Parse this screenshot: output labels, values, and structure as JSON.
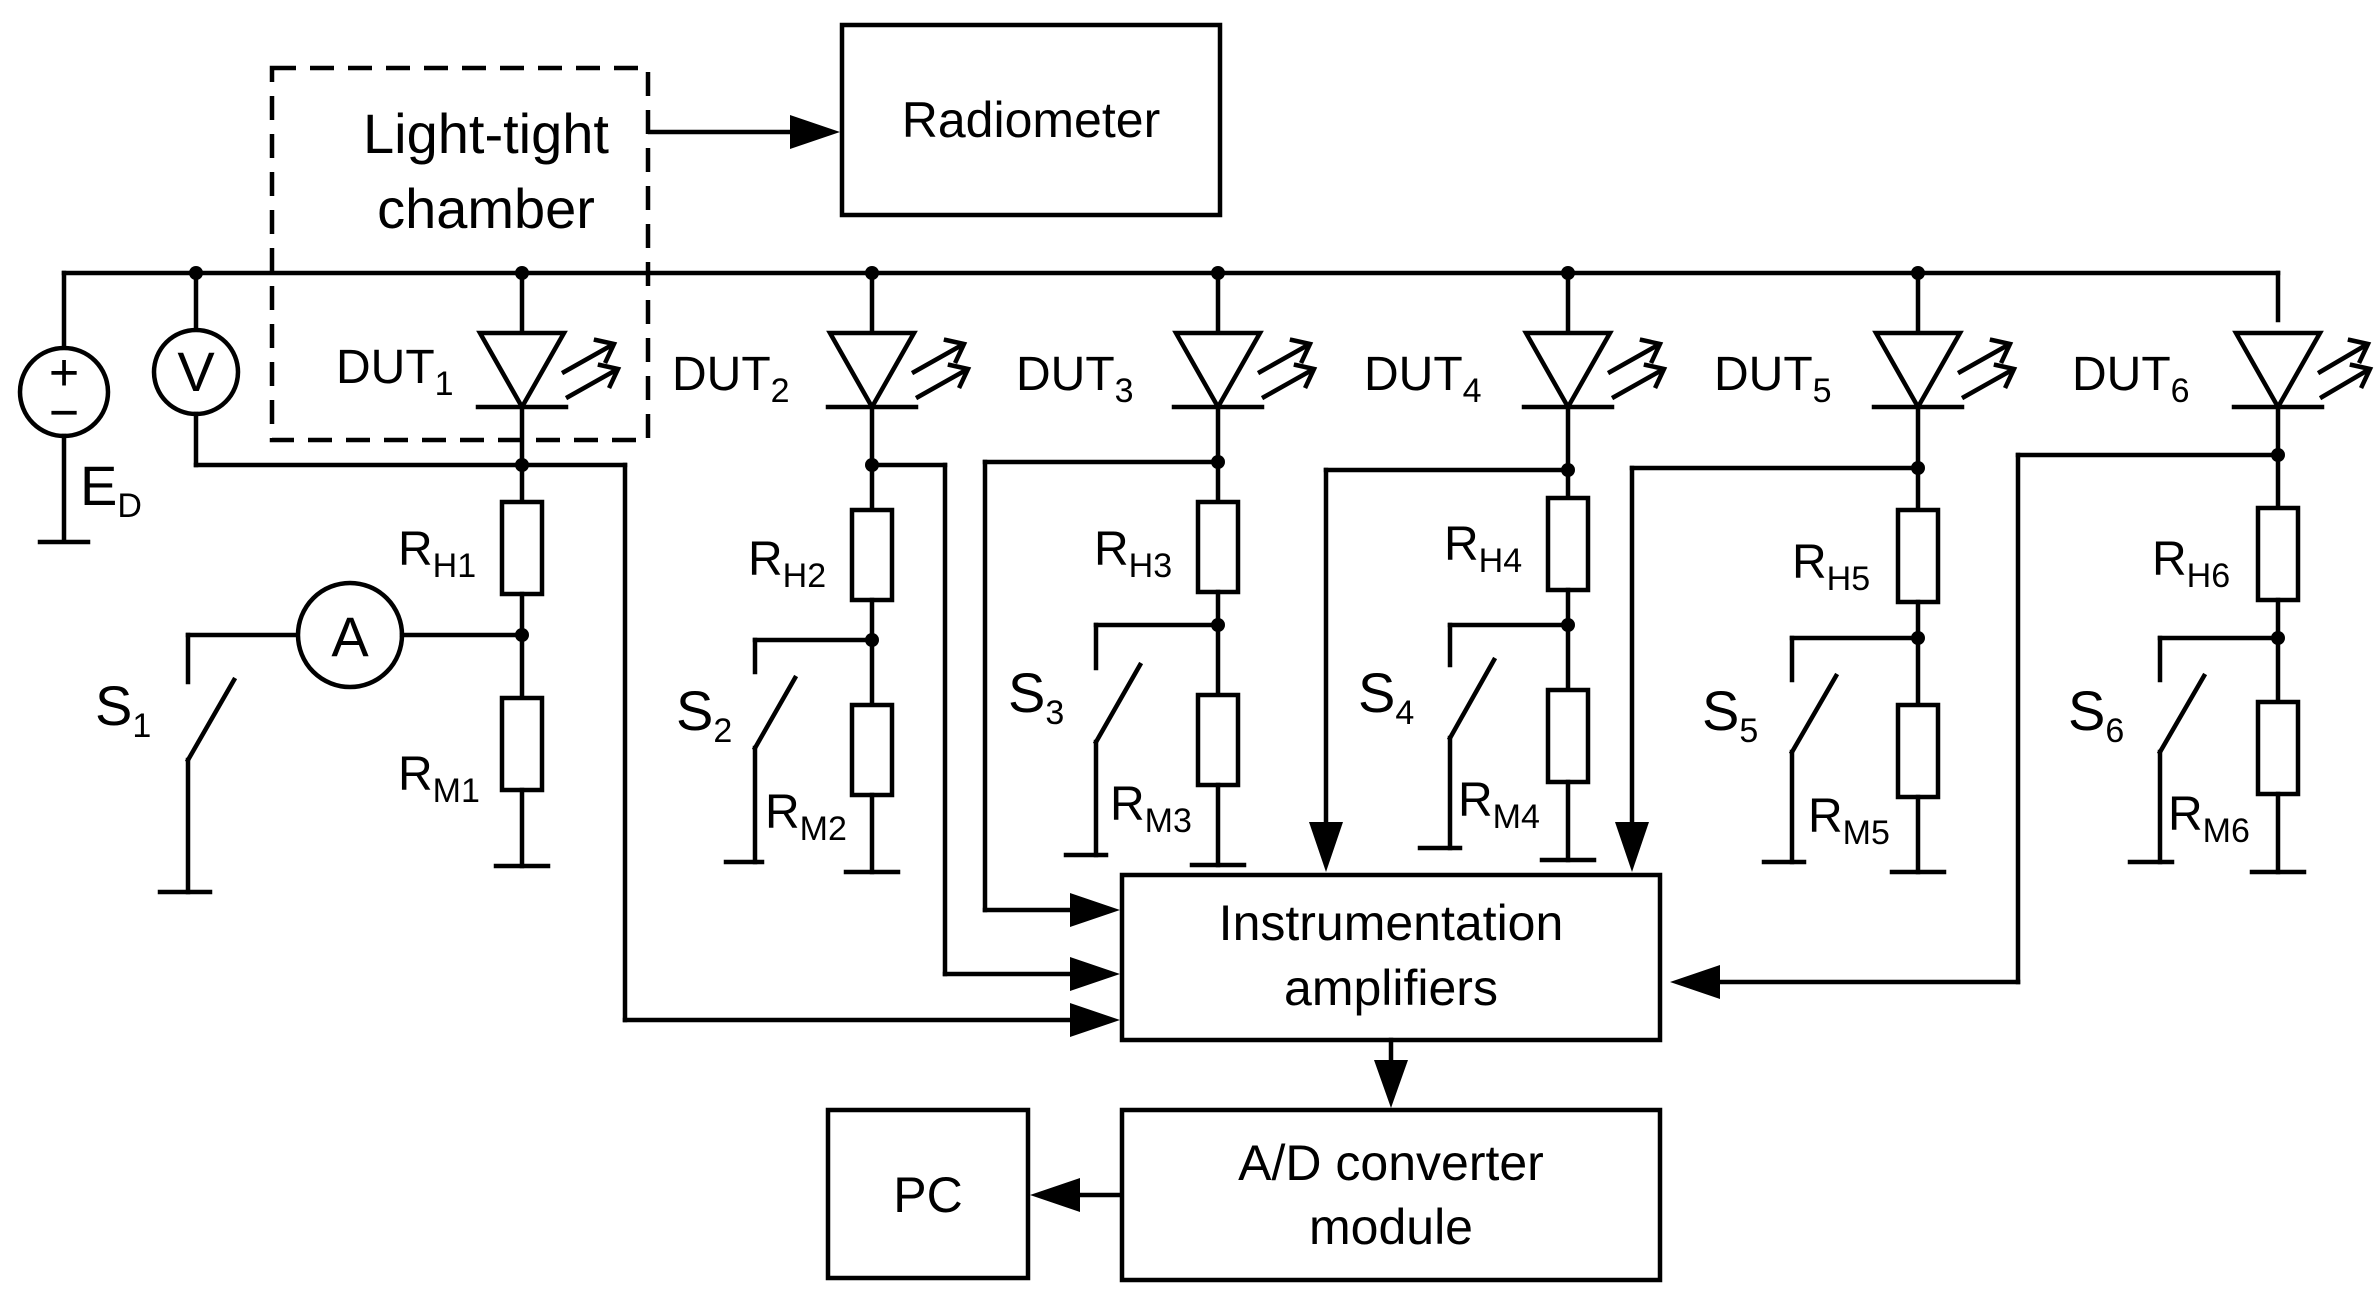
{
  "blocks": {
    "radiometer": "Radiometer",
    "chamber_line1": "Light-tight",
    "chamber_line2": "chamber",
    "amp_line1": "Instrumentation",
    "amp_line2": "amplifiers",
    "adc_line1": "A/D converter",
    "adc_line2": "module",
    "pc": "PC"
  },
  "source": {
    "polarity_plus": "+",
    "polarity_minus": "−",
    "label_main": "E",
    "label_sub": "D"
  },
  "meters": {
    "voltmeter": "V",
    "ammeter": "A"
  },
  "channels": [
    {
      "dut_main": "DUT",
      "dut_sub": "1",
      "rh_main": "R",
      "rh_sub": "H1",
      "rm_main": "R",
      "rm_sub": "M1",
      "s_main": "S",
      "s_sub": "1"
    },
    {
      "dut_main": "DUT",
      "dut_sub": "2",
      "rh_main": "R",
      "rh_sub": "H2",
      "rm_main": "R",
      "rm_sub": "M2",
      "s_main": "S",
      "s_sub": "2"
    },
    {
      "dut_main": "DUT",
      "dut_sub": "3",
      "rh_main": "R",
      "rh_sub": "H3",
      "rm_main": "R",
      "rm_sub": "M3",
      "s_main": "S",
      "s_sub": "3"
    },
    {
      "dut_main": "DUT",
      "dut_sub": "4",
      "rh_main": "R",
      "rh_sub": "H4",
      "rm_main": "R",
      "rm_sub": "M4",
      "s_main": "S",
      "s_sub": "4"
    },
    {
      "dut_main": "DUT",
      "dut_sub": "5",
      "rh_main": "R",
      "rh_sub": "H5",
      "rm_main": "R",
      "rm_sub": "M5",
      "s_main": "S",
      "s_sub": "5"
    },
    {
      "dut_main": "DUT",
      "dut_sub": "6",
      "rh_main": "R",
      "rh_sub": "H6",
      "rm_main": "R",
      "rm_sub": "M6",
      "s_main": "S",
      "s_sub": "6"
    }
  ]
}
